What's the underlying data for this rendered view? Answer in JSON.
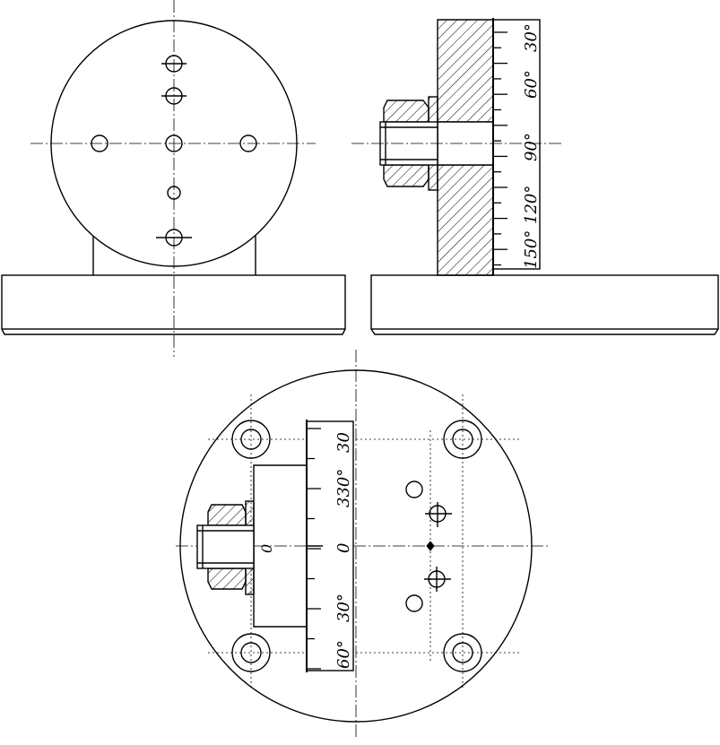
{
  "side_view_scale": {
    "labels": [
      "30°",
      "60°",
      "90°",
      "120°",
      "150°"
    ]
  },
  "top_view_scale": {
    "labels": [
      "30",
      "330°",
      "0",
      "30°",
      "60°"
    ],
    "zero_mark": "0"
  }
}
